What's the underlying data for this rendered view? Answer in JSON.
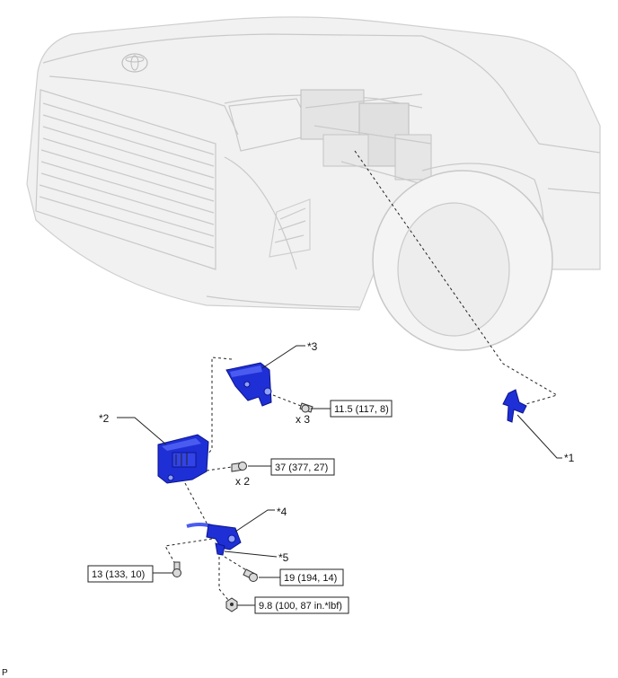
{
  "callouts": {
    "c1": "*1",
    "c2": "*2",
    "c3": "*3",
    "c4": "*4",
    "c5": "*5"
  },
  "quantities": {
    "q3": "x 3",
    "q2": "x 2"
  },
  "torques": {
    "t1": "11.5 (117, 8)",
    "t2": "37 (377, 27)",
    "t3": "13 (133, 10)",
    "t4": "19 (194, 14)",
    "t5": "9.8 (100, 87 in.*lbf)"
  },
  "footer": {
    "code": "P"
  },
  "colors": {
    "part": "#1f2fd6",
    "car": "#f1f1f1"
  }
}
